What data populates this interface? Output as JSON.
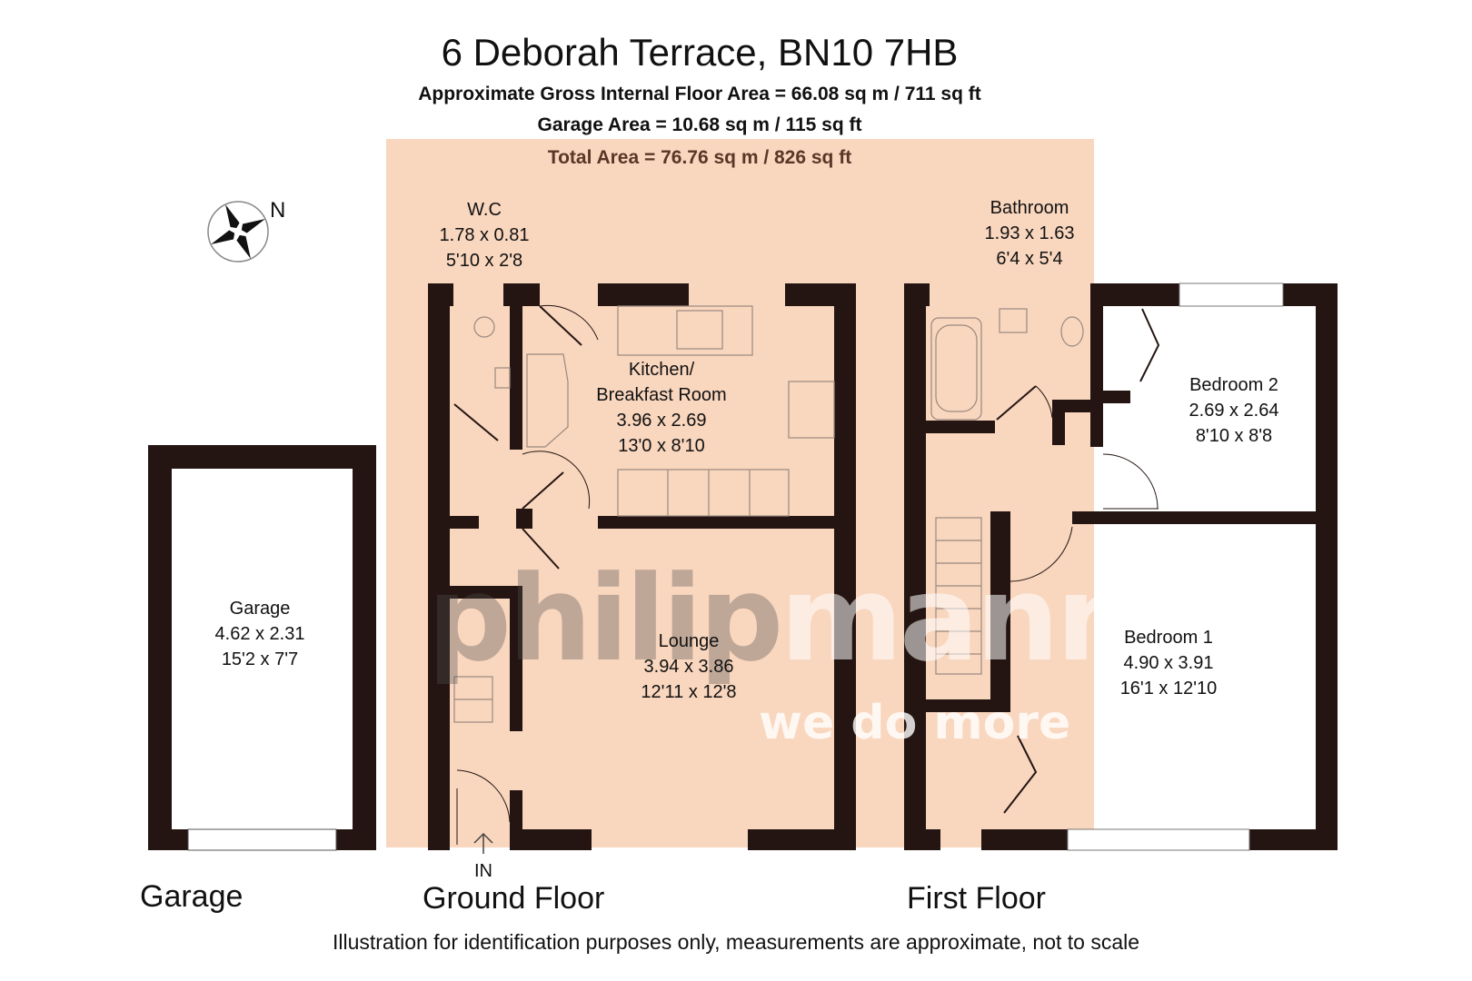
{
  "header": {
    "title": "6 Deborah Terrace, BN10 7HB",
    "gross_area": "Approximate Gross Internal Floor Area = 66.08 sq m / 711 sq ft",
    "garage_area": "Garage Area = 10.68 sq m / 115 sq ft",
    "total_area": "Total Area = 76.76 sq m / 826 sq ft"
  },
  "compass": {
    "label": "N"
  },
  "rooms": {
    "wc": {
      "name": "W.C",
      "metric": "1.78 x 0.81",
      "imperial": "5'10 x 2'8"
    },
    "kitchen": {
      "name1": "Kitchen/",
      "name2": "Breakfast Room",
      "metric": "3.96 x 2.69",
      "imperial": "13'0 x 8'10"
    },
    "lounge": {
      "name": "Lounge",
      "metric": "3.94 x 3.86",
      "imperial": "12'11 x 12'8"
    },
    "garage": {
      "name": "Garage",
      "metric": "4.62 x 2.31",
      "imperial": "15'2 x 7'7"
    },
    "bathroom": {
      "name": "Bathroom",
      "metric": "1.93 x 1.63",
      "imperial": "6'4 x 5'4"
    },
    "bedroom2": {
      "name": "Bedroom 2",
      "metric": "2.69 x 2.64",
      "imperial": "8'10 x 8'8"
    },
    "bedroom1": {
      "name": "Bedroom 1",
      "metric": "4.90 x 3.91",
      "imperial": "16'1 x 12'10"
    }
  },
  "entrance": {
    "label": "IN"
  },
  "floors": {
    "garage": "Garage",
    "ground": "Ground Floor",
    "first": "First Floor"
  },
  "watermark": {
    "brand_dark": "philip",
    "brand_light": "mann",
    "tagline": "we do more"
  },
  "footer": {
    "disclaimer": "Illustration for identification purposes only, measurements are approximate, not to scale"
  },
  "colors": {
    "wall": "#241512",
    "highlight": "#f7c4a3",
    "highlight_text": "#5a3628"
  }
}
